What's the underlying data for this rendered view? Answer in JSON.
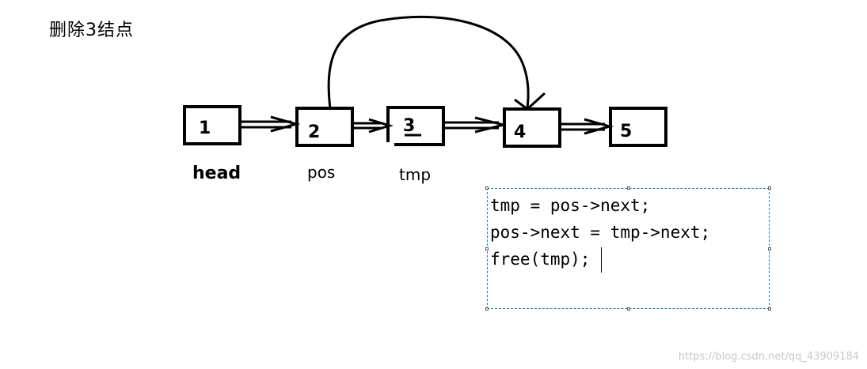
{
  "title": "删除3结点",
  "nodes": [
    {
      "id": "n1",
      "value": "1",
      "under": "head"
    },
    {
      "id": "n2",
      "value": "2",
      "under": "pos"
    },
    {
      "id": "n3",
      "value": "3",
      "under": "tmp"
    },
    {
      "id": "n4",
      "value": "4",
      "under": ""
    },
    {
      "id": "n5",
      "value": "5",
      "under": ""
    }
  ],
  "edges": [
    {
      "from": "n1",
      "to": "n2",
      "kind": "next"
    },
    {
      "from": "n2",
      "to": "n3",
      "kind": "next"
    },
    {
      "from": "n3",
      "to": "n4",
      "kind": "next"
    },
    {
      "from": "n4",
      "to": "n5",
      "kind": "next"
    },
    {
      "from": "n2",
      "to": "n4",
      "kind": "bypass-curve"
    }
  ],
  "code": {
    "lines": [
      "tmp = pos->next;",
      "pos->next = tmp->next;",
      "free(tmp);"
    ]
  },
  "watermark": "https://blog.csdn.net/qq_43909184"
}
